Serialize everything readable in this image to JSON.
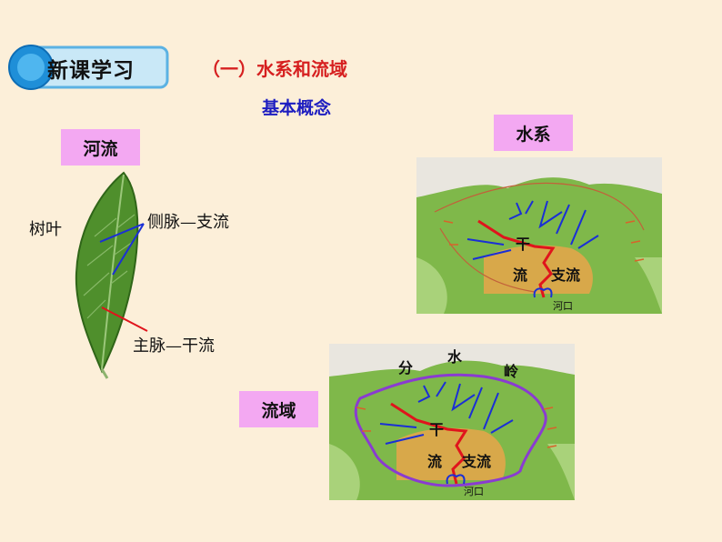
{
  "header": {
    "badge_text": "新课学习",
    "section_title": "（一）水系和流域",
    "sub_title": "基本概念"
  },
  "boxes": {
    "river": "河流",
    "system": "水系",
    "basin": "流域"
  },
  "leaf": {
    "leaf_label": "树叶",
    "branch_label": "侧脉—支流",
    "main_label": "主脉—干流"
  },
  "map1": {
    "trunk_label": "干",
    "liu_label": "流",
    "branch_label": "支流",
    "mouth_label": "河口"
  },
  "map2": {
    "divide_1": "分",
    "divide_2": "水",
    "divide_3": "岭",
    "trunk_label": "干",
    "liu_label": "流",
    "branch_label": "支流",
    "mouth_label": "河口"
  },
  "colors": {
    "background": "#fcefd9",
    "pink_box": "#f3a8f2",
    "red_title": "#d62020",
    "blue_title": "#1d1dc0",
    "river_blue": "#1a2fd6",
    "river_red": "#e0141c",
    "divide_purple": "#8a3bd1"
  }
}
